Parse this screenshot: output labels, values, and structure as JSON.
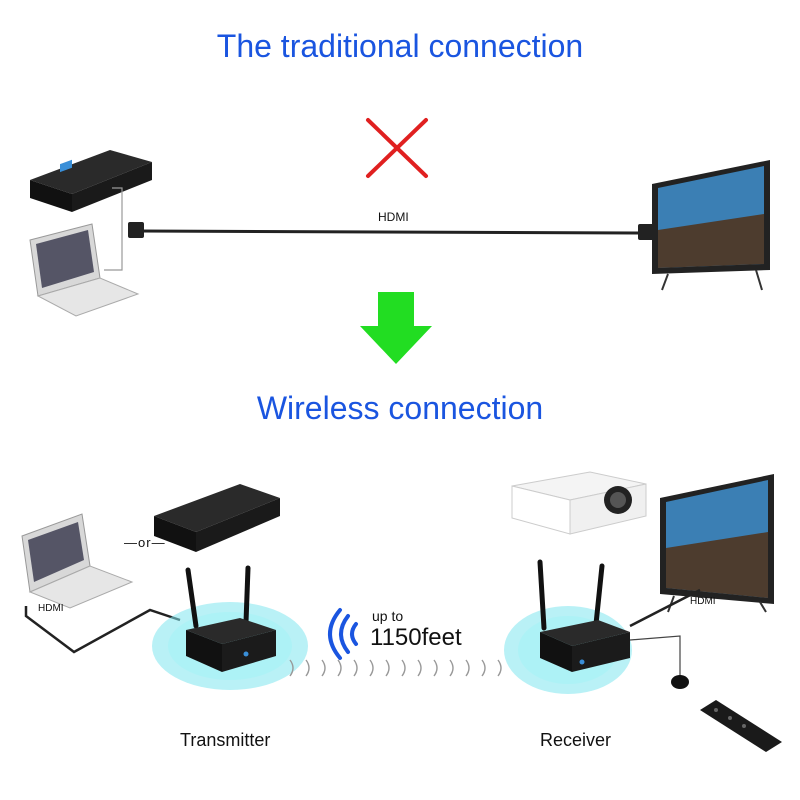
{
  "titles": {
    "traditional": "The traditional connection",
    "wireless": "Wireless connection"
  },
  "traditional": {
    "cable_label": "HDMI",
    "status_icon": "red-x-icon"
  },
  "wireless": {
    "or_label": "or",
    "hdmi_left": "HDMI",
    "hdmi_right": "HDMI",
    "range_prefix": "up to",
    "range_value": "1150feet",
    "transmitter_label": "Transmitter",
    "receiver_label": "Receiver"
  },
  "colors": {
    "title_blue": "#1a55e0",
    "x_red": "#e02020",
    "arrow_green": "#22dd22",
    "signal_blue": "#1a55e0",
    "halo_cyan": "#7fe6ef"
  }
}
